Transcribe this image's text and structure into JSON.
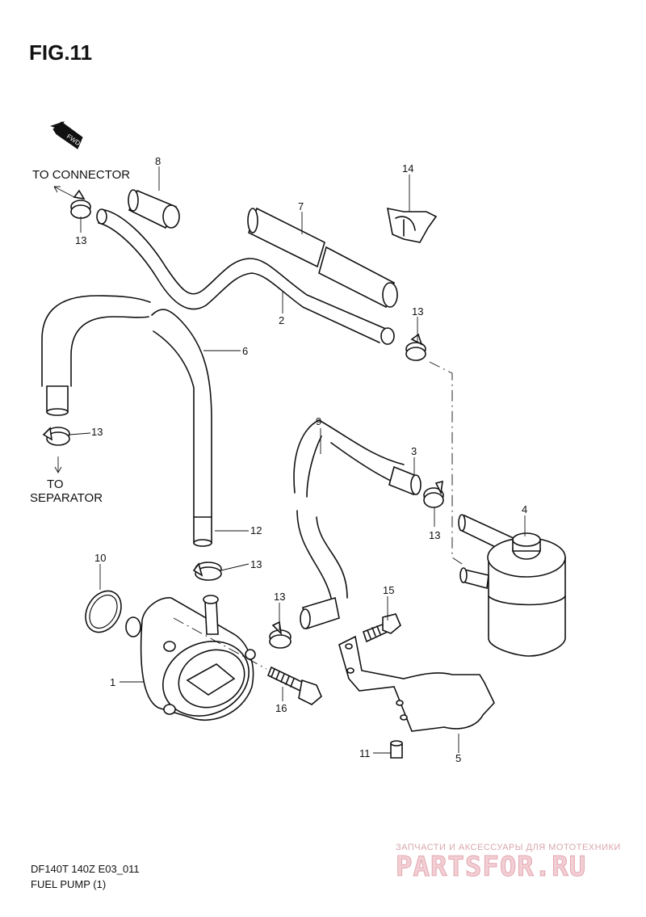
{
  "figure": {
    "title": "FIG.11",
    "model_code": "DF140T 140Z E03_011",
    "caption": "FUEL PUMP (1)"
  },
  "notes": {
    "to_connector": "TO CONNECTOR",
    "to": "TO",
    "separator": "SEPARATOR",
    "fwd": "FWD"
  },
  "callouts": {
    "c1": "1",
    "c2": "2",
    "c3": "3",
    "c4": "4",
    "c5": "5",
    "c6": "6",
    "c7": "7",
    "c8": "8",
    "c9": "9",
    "c10": "10",
    "c11": "11",
    "c12": "12",
    "c13a": "13",
    "c13b": "13",
    "c13c": "13",
    "c13d": "13",
    "c13e": "13",
    "c13f": "13",
    "c14": "14",
    "c15": "15",
    "c16": "16"
  },
  "watermark": {
    "tagline": "ЗАПЧАСТИ И АКСЕССУАРЫ ДЛЯ МОТОТЕХНИКИ",
    "brand": "PARTSFOR.RU"
  },
  "colors": {
    "line": "#111111",
    "background": "#ffffff",
    "watermark": "#e3a7b0"
  }
}
